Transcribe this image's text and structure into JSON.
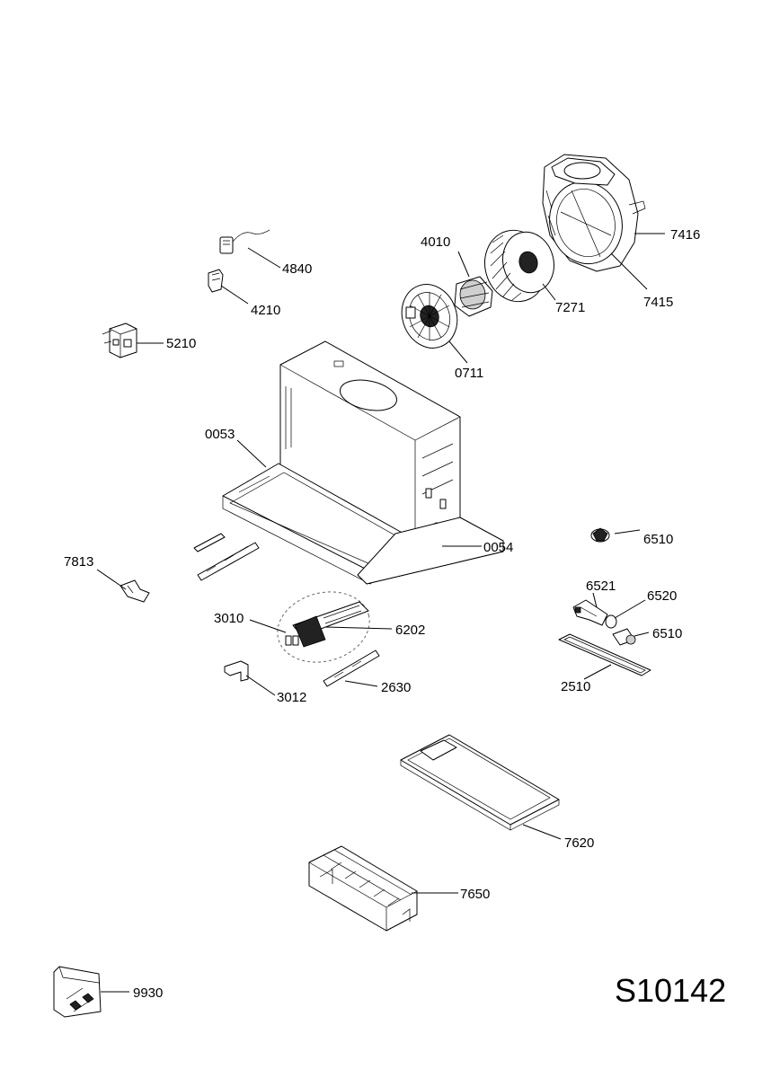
{
  "diagram": {
    "sheet_code": "S10142",
    "labels": {
      "p4840": "4840",
      "p4210": "4210",
      "p5210": "5210",
      "p4010": "4010",
      "p7271": "7271",
      "p7416": "7416",
      "p7415": "7415",
      "p0711": "0711",
      "p0053": "0053",
      "p0054": "0054",
      "p6510a": "6510",
      "p7813": "7813",
      "p6521": "6521",
      "p6520": "6520",
      "p6510b": "6510",
      "p3010": "3010",
      "p6202": "6202",
      "p2510": "2510",
      "p3012": "3012",
      "p2630": "2630",
      "p7620": "7620",
      "p7650": "7650",
      "p9930": "9930"
    }
  }
}
